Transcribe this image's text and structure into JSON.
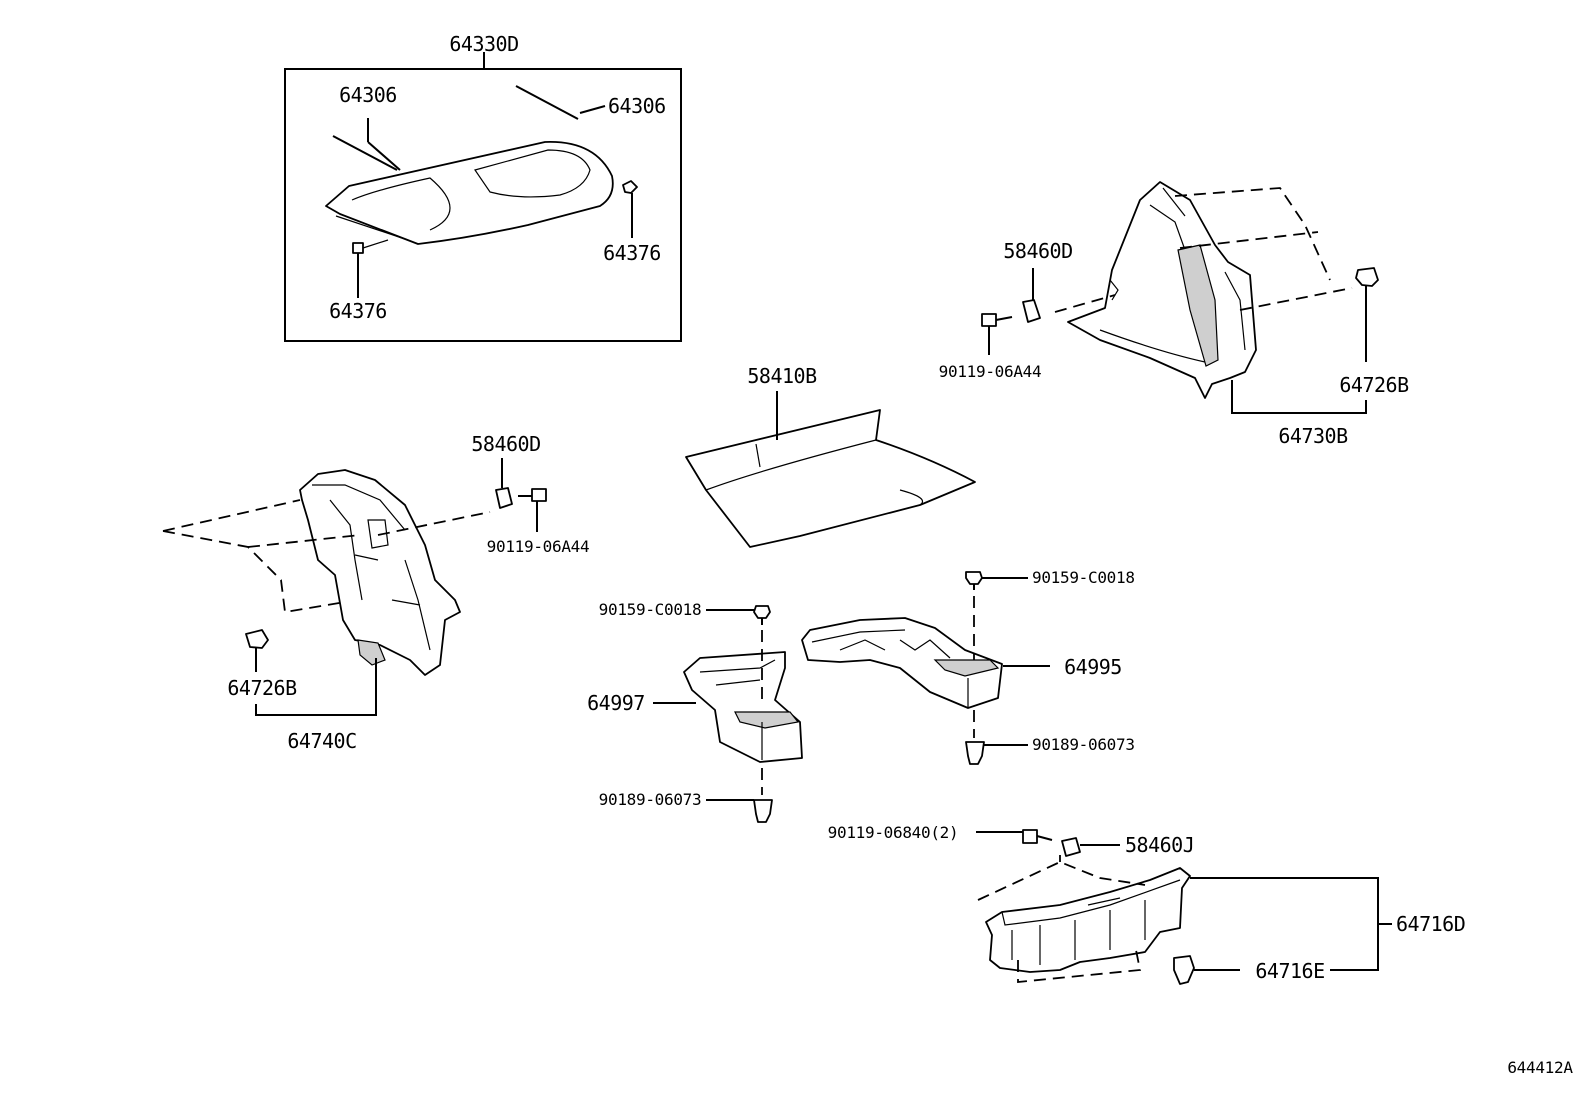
{
  "diagram_code": "644412A",
  "callouts": {
    "tonneau_assy": "64330D",
    "tonneau_rod_left": "64306",
    "tonneau_rod_right": "64306",
    "tonneau_holder_right": "64376",
    "tonneau_holder_left": "64376",
    "trunk_mat": "58410B",
    "clip_right": "58460D",
    "screw_right": "90119-06A44",
    "clip_left": "58460D",
    "screw_left": "90119-06A44",
    "fastener_right": "64726B",
    "trim_right": "64730B",
    "fastener_left": "64726B",
    "trim_left": "64740C",
    "bolt_right": "90159-C0018",
    "bolt_left": "90159-C0018",
    "box_right": "64995",
    "box_left": "64997",
    "nut_right": "90189-06073",
    "nut_left": "90189-06073",
    "screw_rear": "90119-06840(2)",
    "clip_rear": "58460J",
    "rear_plate": "64716D",
    "rear_fastener": "64716E"
  }
}
